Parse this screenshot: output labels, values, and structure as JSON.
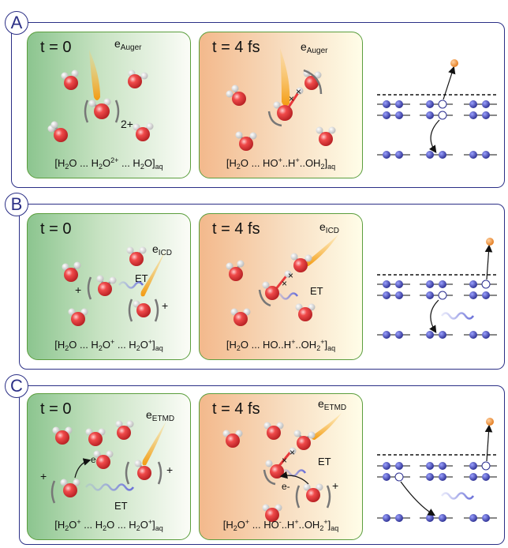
{
  "sections": [
    {
      "label": "A",
      "left_panel": {
        "time": "t = 0",
        "electron": "e",
        "electron_sub": "Auger",
        "charge_label": "2+",
        "formula": [
          {
            "t": "[H"
          },
          {
            "t": "2",
            "s": "sub"
          },
          {
            "t": "O ... H"
          },
          {
            "t": "2",
            "s": "sub"
          },
          {
            "t": "O"
          },
          {
            "t": "2+",
            "s": "sup"
          },
          {
            "t": " ... H"
          },
          {
            "t": "2",
            "s": "sub"
          },
          {
            "t": "O]"
          },
          {
            "t": "aq",
            "s": "sub"
          }
        ]
      },
      "right_panel": {
        "time": "t = 4 fs",
        "electron": "e",
        "electron_sub": "Auger",
        "formula": [
          {
            "t": "[H"
          },
          {
            "t": "2",
            "s": "sub"
          },
          {
            "t": "O ... HO"
          },
          {
            "t": "+",
            "s": "sup"
          },
          {
            "t": "..H"
          },
          {
            "t": "+",
            "s": "sup"
          },
          {
            "t": "..OH"
          },
          {
            "t": "2",
            "s": "sub"
          },
          {
            "t": "]"
          },
          {
            "t": "aq",
            "s": "sub"
          }
        ]
      }
    },
    {
      "label": "B",
      "left_panel": {
        "time": "t = 0",
        "electron": "e",
        "electron_sub": "ICD",
        "charges": [
          "+",
          "+"
        ],
        "et_label": "ET",
        "formula": [
          {
            "t": "[H"
          },
          {
            "t": "2",
            "s": "sub"
          },
          {
            "t": "O ... H"
          },
          {
            "t": "2",
            "s": "sub"
          },
          {
            "t": "O"
          },
          {
            "t": "+",
            "s": "sup"
          },
          {
            "t": " ... H"
          },
          {
            "t": "2",
            "s": "sub"
          },
          {
            "t": "O"
          },
          {
            "t": "+",
            "s": "sup"
          },
          {
            "t": "]"
          },
          {
            "t": "aq",
            "s": "sub"
          }
        ]
      },
      "right_panel": {
        "time": "t = 4 fs",
        "electron": "e",
        "electron_sub": "ICD",
        "et_label": "ET",
        "formula": [
          {
            "t": "[H"
          },
          {
            "t": "2",
            "s": "sub"
          },
          {
            "t": "O ... HO..H"
          },
          {
            "t": "+",
            "s": "sup"
          },
          {
            "t": "..OH"
          },
          {
            "t": "2",
            "s": "sub"
          },
          {
            "t": "+",
            "s": "sup"
          },
          {
            "t": "]"
          },
          {
            "t": "aq",
            "s": "sub"
          }
        ]
      }
    },
    {
      "label": "C",
      "left_panel": {
        "time": "t = 0",
        "electron": "e",
        "electron_sub": "ETMD",
        "charges": [
          "+",
          "+"
        ],
        "e_minus": "e-",
        "et_label": "ET",
        "formula": [
          {
            "t": "[H"
          },
          {
            "t": "2",
            "s": "sub"
          },
          {
            "t": "O"
          },
          {
            "t": "+",
            "s": "sup"
          },
          {
            "t": " ... H"
          },
          {
            "t": "2",
            "s": "sub"
          },
          {
            "t": "O ... H"
          },
          {
            "t": "2",
            "s": "sub"
          },
          {
            "t": "O"
          },
          {
            "t": "+",
            "s": "sup"
          },
          {
            "t": "]"
          },
          {
            "t": "aq",
            "s": "sub"
          }
        ]
      },
      "right_panel": {
        "time": "t = 4 fs",
        "electron": "e",
        "electron_sub": "ETMD",
        "charges": [
          "+"
        ],
        "minus": "-",
        "e_minus": "e-",
        "et_label": "ET",
        "formula": [
          {
            "t": "[H"
          },
          {
            "t": "2",
            "s": "sub"
          },
          {
            "t": "O"
          },
          {
            "t": "+",
            "s": "sup"
          },
          {
            "t": " ... HO"
          },
          {
            "t": "-",
            "s": "sup"
          },
          {
            "t": "..H"
          },
          {
            "t": "+",
            "s": "sup"
          },
          {
            "t": "..OH"
          },
          {
            "t": "2",
            "s": "sub"
          },
          {
            "t": "+",
            "s": "sup"
          },
          {
            "t": "]"
          },
          {
            "t": "aq",
            "s": "sub"
          }
        ]
      }
    }
  ],
  "colors": {
    "frame": "#2b2f86",
    "oxygen": "#e8383a",
    "hydrogen": "#e8e8e8",
    "plume": "#f2a51c",
    "level_atom": "#3c3fa8",
    "emitted_electron": "#f39a3d"
  }
}
